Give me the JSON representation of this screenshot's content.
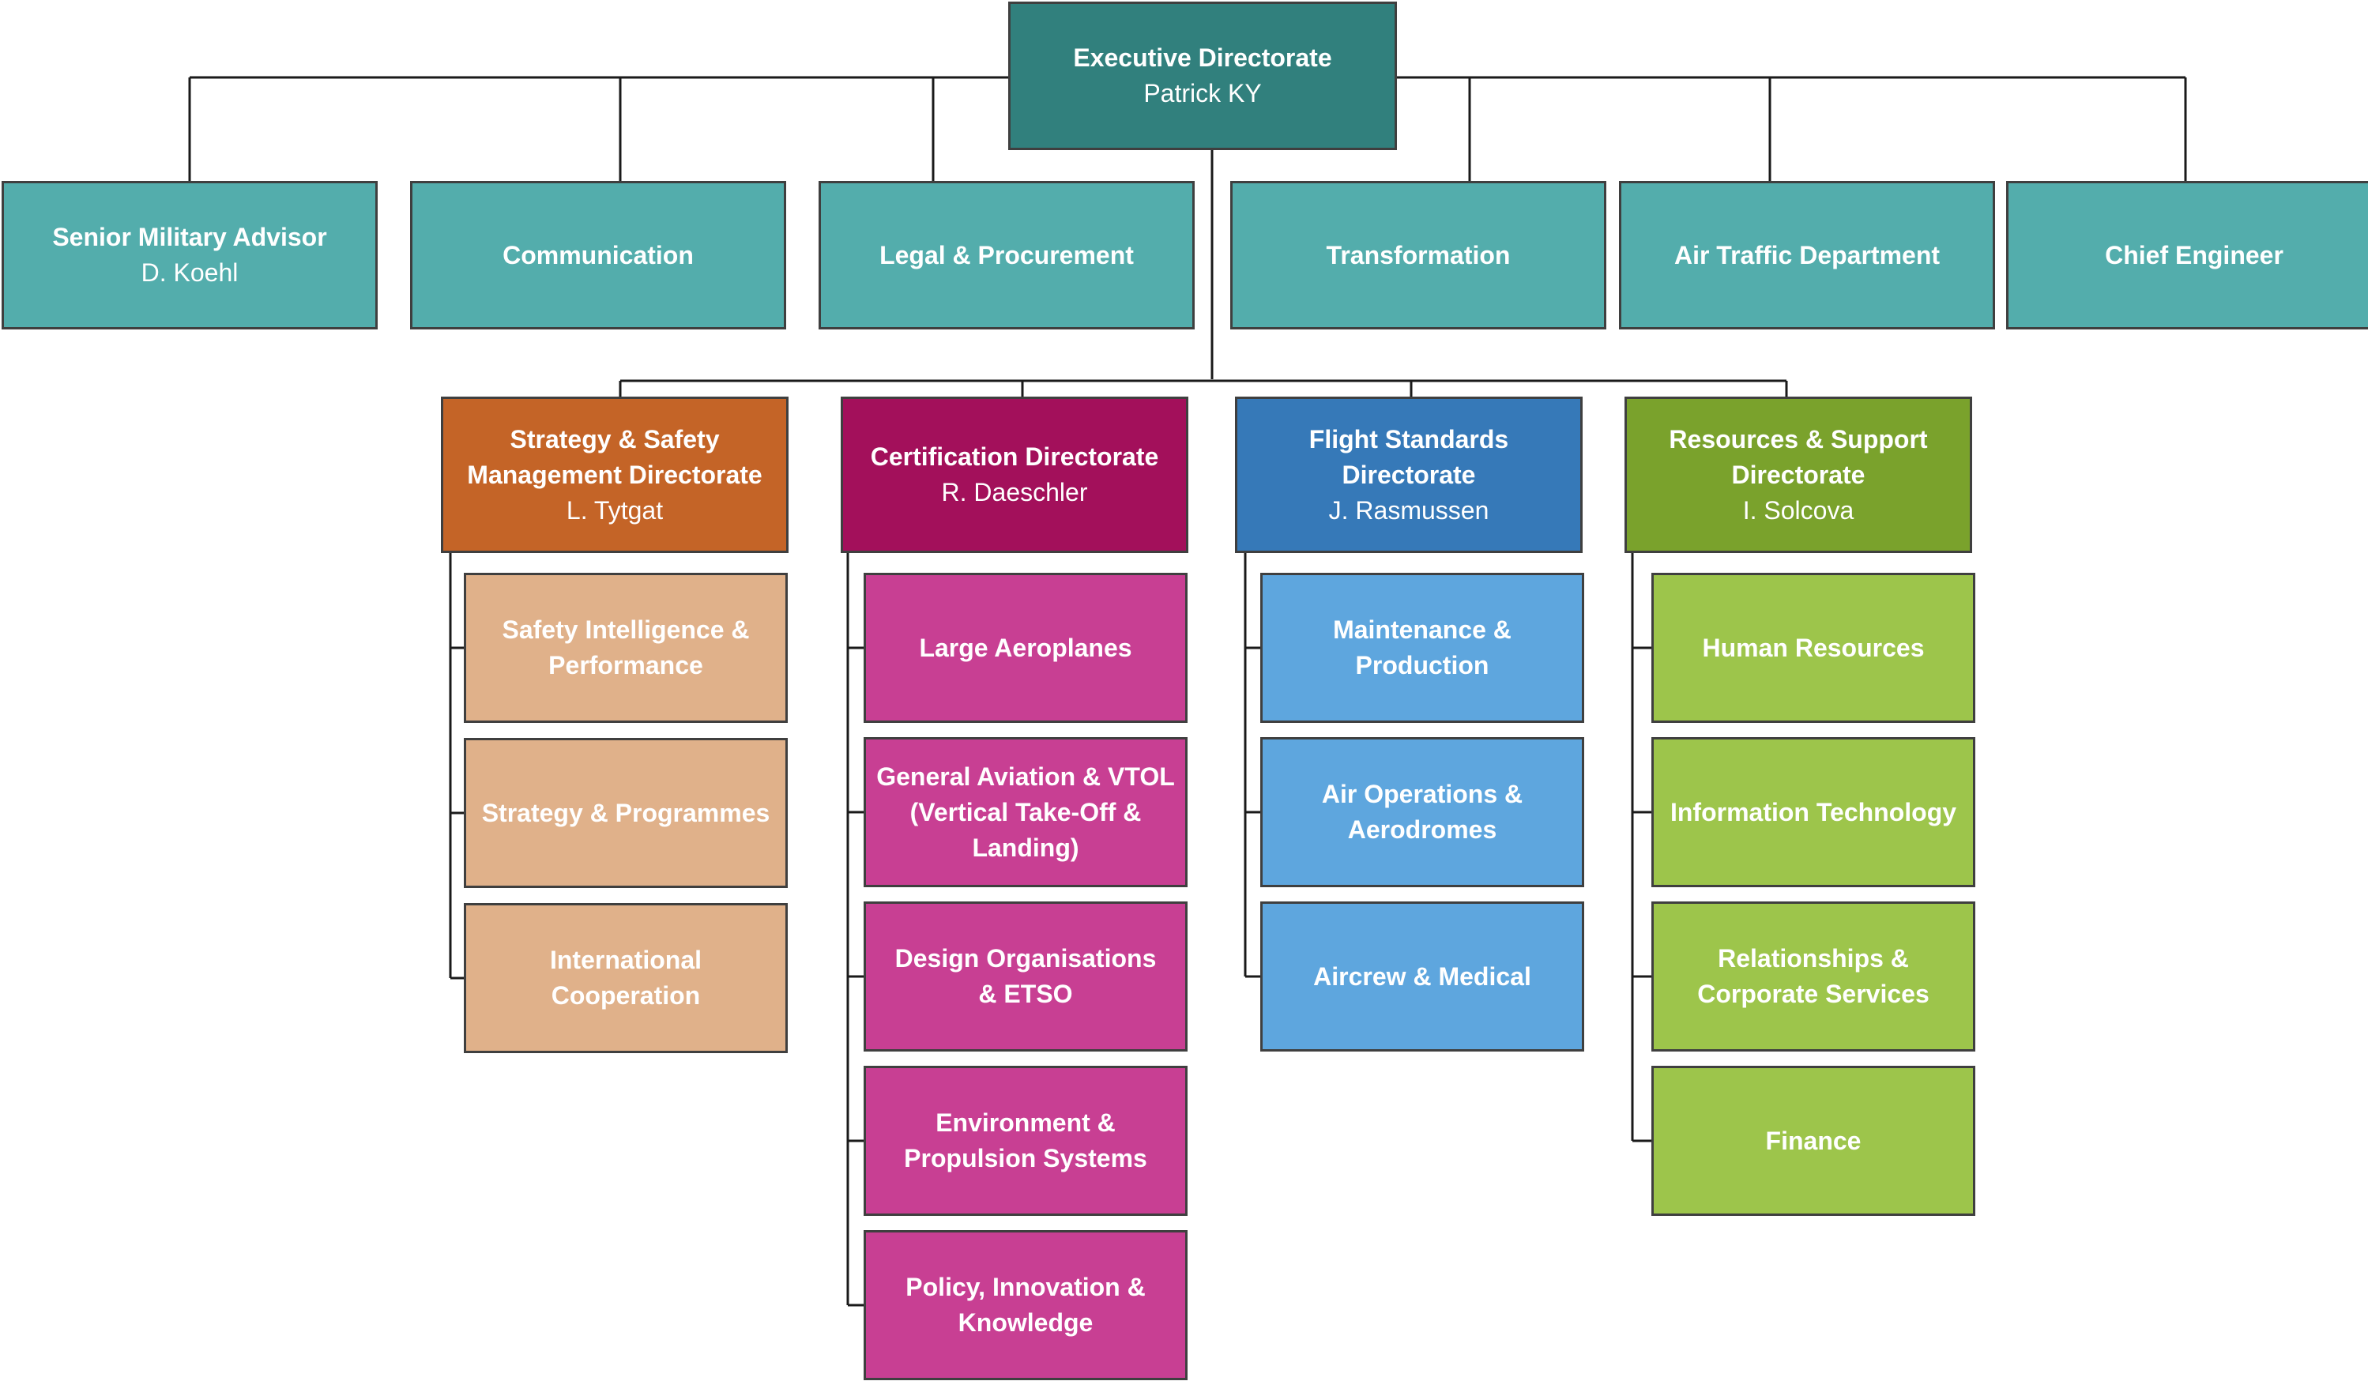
{
  "colors": {
    "executive": "#31807d",
    "advisory": "#53adac",
    "strategy_head": "#c46427",
    "strategy_unit": "#e0b18a",
    "certification_head": "#a3105b",
    "certification_unit": "#c83f93",
    "flight_head": "#3679b8",
    "flight_unit": "#5ea6de",
    "resources_head": "#7aa22c",
    "resources_unit": "#9dc54b",
    "connector": "#1a1a1a"
  },
  "executive": {
    "title": "Executive Directorate",
    "person": "Patrick KY"
  },
  "advisory": [
    {
      "title": "Senior Military Advisor",
      "person": "D. Koehl"
    },
    {
      "title": "Communication",
      "person": ""
    },
    {
      "title": "Legal & Procurement",
      "person": ""
    },
    {
      "title": "Transformation",
      "person": ""
    },
    {
      "title": "Air Traffic Department",
      "person": ""
    },
    {
      "title": "Chief Engineer",
      "person": ""
    }
  ],
  "directorates": [
    {
      "title": "Strategy & Safety\nManagement Directorate",
      "person": "L. Tytgat",
      "units": [
        "Safety Intelligence &\nPerformance",
        "Strategy & Programmes",
        "International\nCooperation"
      ]
    },
    {
      "title": "Certification Directorate",
      "person": "R. Daeschler",
      "units": [
        "Large Aeroplanes",
        "General Aviation & VTOL\n(Vertical Take-Off &\nLanding)",
        "Design Organisations\n& ETSO",
        "Environment &\nPropulsion Systems",
        "Policy, Innovation &\nKnowledge"
      ]
    },
    {
      "title": "Flight Standards\nDirectorate",
      "person": "J. Rasmussen",
      "units": [
        "Maintenance &\nProduction",
        "Air Operations &\nAerodromes",
        "Aircrew & Medical"
      ]
    },
    {
      "title": "Resources & Support\nDirectorate",
      "person": "I. Solcova",
      "units": [
        "Human Resources",
        "Information Technology",
        "Relationships &\nCorporate Services",
        "Finance"
      ]
    }
  ]
}
